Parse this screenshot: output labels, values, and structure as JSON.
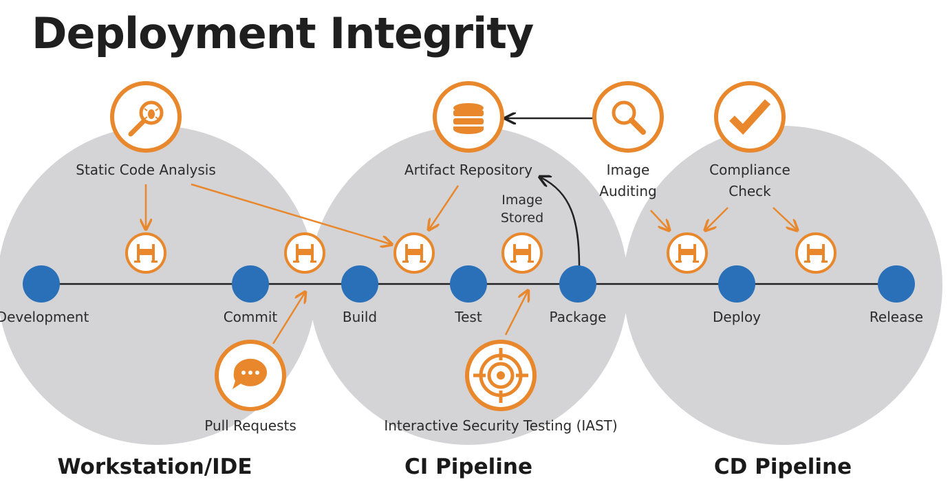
{
  "title": "Deployment Integrity",
  "colors": {
    "accent": "#e8872b",
    "node": "#2a70b8",
    "zone": "#d4d4d6",
    "line": "#222222"
  },
  "stages": [
    {
      "name": "Workstation/IDE"
    },
    {
      "name": "CI Pipeline"
    },
    {
      "name": "CD Pipeline"
    }
  ],
  "pipeline_steps": [
    "Development",
    "Commit",
    "Build",
    "Test",
    "Package",
    "Deploy",
    "Release"
  ],
  "tools": {
    "static_analysis": {
      "label": "Static Code Analysis",
      "icon": "bug-magnifier-icon"
    },
    "artifact_repository": {
      "label": "Artifact Repository",
      "icon": "database-icon"
    },
    "image_auditing": {
      "line1": "Image",
      "line2": "Auditing",
      "icon": "magnifier-icon"
    },
    "compliance_check": {
      "line1": "Compliance",
      "line2": "Check",
      "icon": "checkmark-icon"
    },
    "pull_requests": {
      "label": "Pull Requests",
      "icon": "chat-bubble-icon"
    },
    "iast": {
      "label": "Interactive Security Testing (IAST)",
      "icon": "target-icon"
    },
    "image_stored": {
      "line1": "Image",
      "line2": "Stored"
    }
  },
  "gates": {
    "icon": "barrier-gate-icon",
    "count": 6
  }
}
